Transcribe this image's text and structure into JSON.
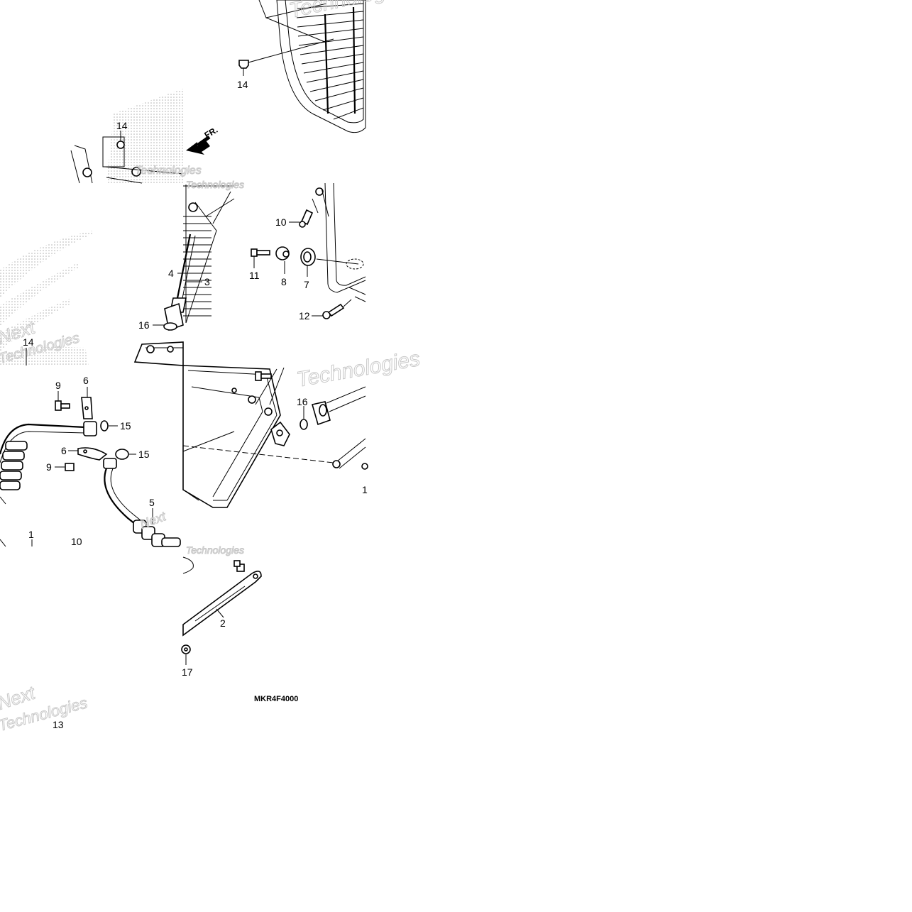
{
  "diagram": {
    "part_code": "MKR4F4000",
    "direction_label": "FR.",
    "watermark": [
      "Next",
      "Technologies"
    ],
    "callouts": {
      "c14a": "14",
      "c14b": "14",
      "c10a": "10",
      "c11": "11",
      "c8": "8",
      "c7": "7",
      "c12": "12",
      "c4": "4",
      "c3": "3",
      "c16a": "16",
      "c14c": "14",
      "c9a": "9",
      "c6a": "6",
      "c15a": "15",
      "c6b": "6",
      "c15b": "15",
      "c9b": "9",
      "c5": "5",
      "c1a": "1",
      "c10b": "10",
      "c16b": "16",
      "c1b": "1",
      "c2": "2",
      "c17": "17",
      "c13": "13"
    }
  }
}
